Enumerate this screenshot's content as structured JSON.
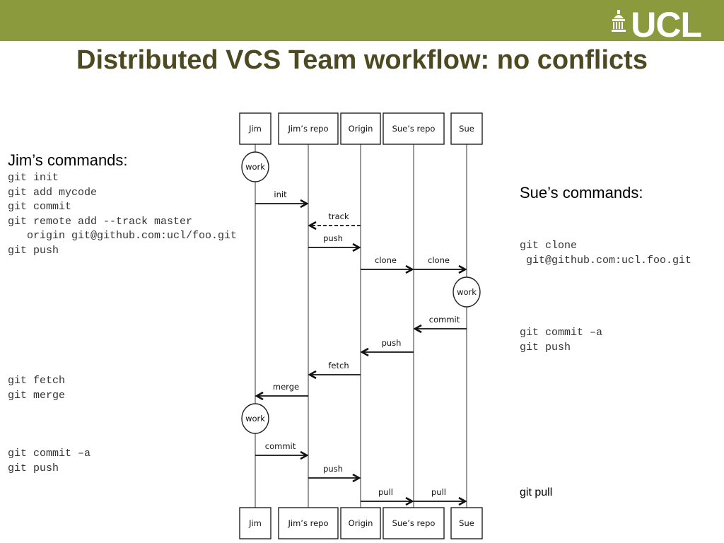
{
  "header": {
    "brand_color": "#8a9a3c",
    "logo_text": "UCL",
    "title": "Distributed VCS Team workflow: no conflicts",
    "title_color": "#4d4a22"
  },
  "diagram": {
    "participants": [
      "Jim",
      "Jim’s repo",
      "Origin",
      "Sue’s repo",
      "Sue"
    ],
    "messages": [
      {
        "label": "init",
        "from": "Jim",
        "to": "Jim’s repo",
        "style": "solid"
      },
      {
        "label": "track",
        "from": "Origin",
        "to": "Jim’s repo",
        "style": "dashed"
      },
      {
        "label": "push",
        "from": "Jim’s repo",
        "to": "Origin",
        "style": "solid"
      },
      {
        "label": "clone",
        "from": "Origin",
        "to": "Sue’s repo",
        "style": "solid"
      },
      {
        "label": "clone",
        "from": "Sue’s repo",
        "to": "Sue",
        "style": "solid"
      },
      {
        "label": "commit",
        "from": "Sue",
        "to": "Sue’s repo",
        "style": "solid"
      },
      {
        "label": "push",
        "from": "Sue’s repo",
        "to": "Origin",
        "style": "solid"
      },
      {
        "label": "fetch",
        "from": "Origin",
        "to": "Jim’s repo",
        "style": "solid"
      },
      {
        "label": "merge",
        "from": "Jim’s repo",
        "to": "Jim",
        "style": "solid"
      },
      {
        "label": "commit",
        "from": "Jim",
        "to": "Jim’s repo",
        "style": "solid"
      },
      {
        "label": "push",
        "from": "Jim’s repo",
        "to": "Origin",
        "style": "solid"
      },
      {
        "label": "pull",
        "from": "Origin",
        "to": "Sue’s repo",
        "style": "solid"
      },
      {
        "label": "pull",
        "from": "Sue’s repo",
        "to": "Sue",
        "style": "solid"
      }
    ],
    "activities": [
      {
        "label": "work",
        "on": "Jim"
      },
      {
        "label": "work",
        "on": "Sue"
      },
      {
        "label": "work",
        "on": "Jim"
      }
    ]
  },
  "jim": {
    "heading": "Jim’s commands:",
    "block1": "git init\ngit add mycode\ngit commit\ngit remote add --track master\n   origin git@github.com:ucl/foo.git\ngit push",
    "block2": "git fetch\ngit merge",
    "block3": "git commit –a\ngit push"
  },
  "sue": {
    "heading": "Sue’s commands:",
    "block1": "git clone\n git@github.com:ucl.foo.git",
    "block2": "git commit –a\ngit push",
    "block3": "git pull"
  }
}
